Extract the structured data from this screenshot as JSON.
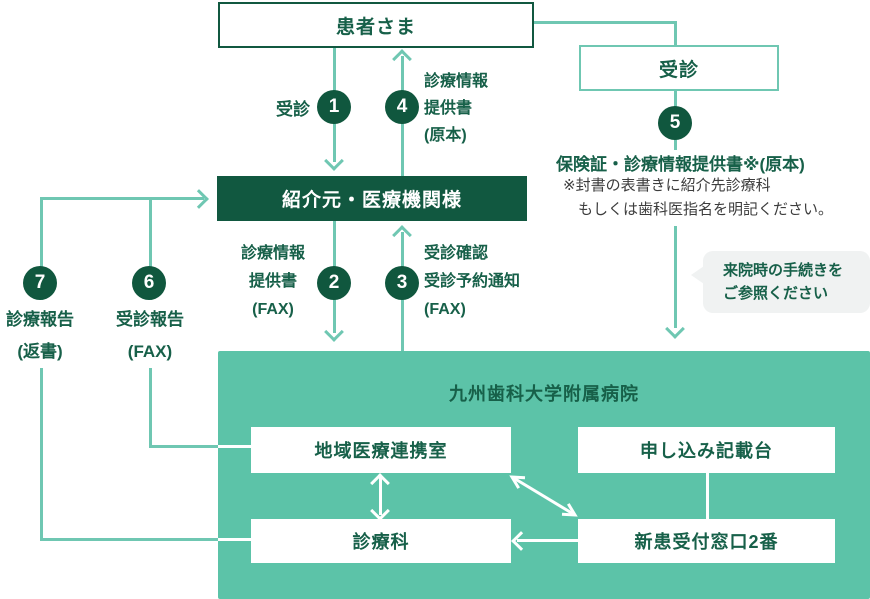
{
  "diagram_title": "referral-flow-diagram",
  "colors": {
    "dark_green": "#115840",
    "text_green": "#176049",
    "line_teal": "#6fc7b2",
    "hospital_teal": "#5cc3a8",
    "note_gray": "#3d3d3d",
    "bubble_bg": "#f0f2f2"
  },
  "nodes": {
    "patient": "患者さま",
    "visit": "受診",
    "referral_source": "紹介元・医療機関様",
    "hospital_title": "九州歯科大学附属病院",
    "regional_liaison_office": "地域医療連携室",
    "application_desk": "申し込み記載台",
    "clinical_department": "診療科",
    "new_patient_window": "新患受付窓口2番"
  },
  "steps": [
    {
      "num": "1",
      "label": "受診"
    },
    {
      "num": "2",
      "label": "診療情報\n提供書\n(FAX)"
    },
    {
      "num": "3",
      "label": "受診確認\n受診予約通知\n(FAX)"
    },
    {
      "num": "4",
      "label": "診療情報\n提供書\n(原本)"
    },
    {
      "num": "5",
      "label": "保険証・診療情報提供書※(原本)"
    },
    {
      "num": "6",
      "label": "受診報告\n(FAX)"
    },
    {
      "num": "7",
      "label": "診療報告\n(返書)"
    }
  ],
  "notes": {
    "step5_note": "※封書の表書きに紹介先診療科\n　もしくは歯科医指名を明記ください。",
    "bubble": "来院時の手続きを\nご参照ください"
  }
}
